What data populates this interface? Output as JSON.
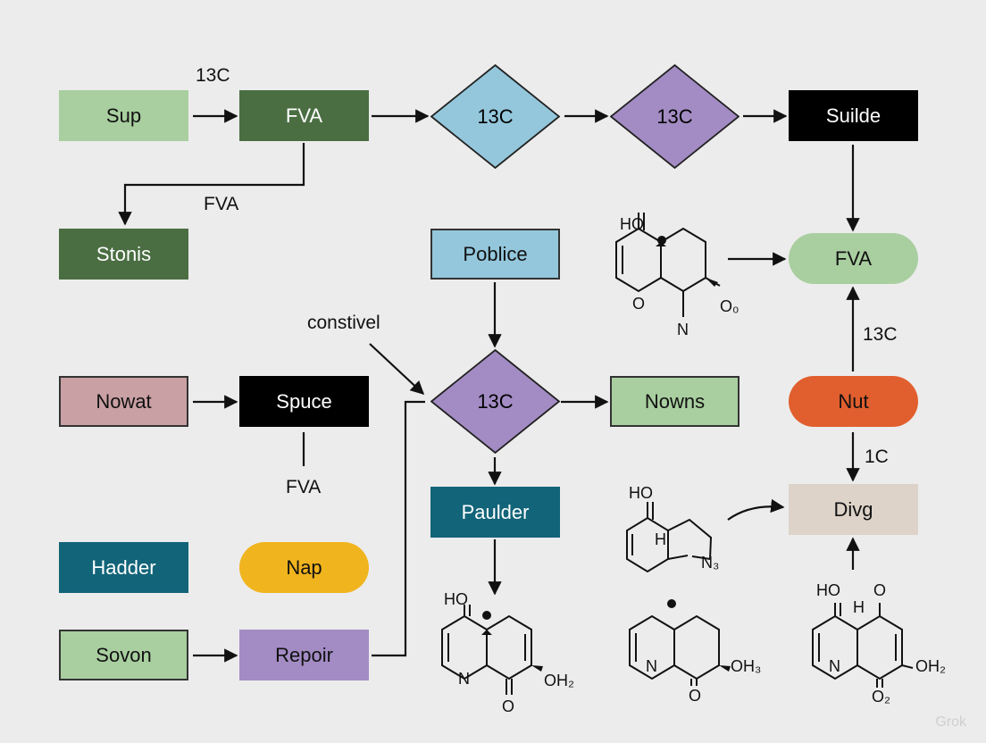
{
  "colors": {
    "light_green": "#a9cfa0",
    "dark_green": "#4a6e42",
    "light_blue": "#94c7dc",
    "purple": "#a38cc4",
    "black": "#000000",
    "pink": "#c9a0a3",
    "teal": "#126479",
    "yellow": "#f0b41e",
    "orange": "#e15f2e",
    "beige": "#ddd3c8"
  },
  "nodes": {
    "sup": "Sup",
    "fva_top": "FVA",
    "diamond_blue": "13C",
    "diamond_purple_top": "13C",
    "suilde": "Suilde",
    "stonis": "Stonis",
    "poblice": "Poblice",
    "fva_pill": "FVA",
    "nowat": "Nowat",
    "spuce": "Spuce",
    "diamond_center": "13C",
    "nowns": "Nowns",
    "nut": "Nut",
    "paulder": "Paulder",
    "divg": "Divg",
    "hadder": "Hadder",
    "nap": "Nap",
    "sovon": "Sovon",
    "repoir": "Repoir"
  },
  "labels": {
    "top_13c": "13C",
    "fva_mid": "FVA",
    "constivel": "constivel",
    "fva_low": "FVA",
    "right_13c": "13C",
    "right_1c": "1C"
  },
  "molecules": {
    "m1": {
      "ho": "HO",
      "o_ring": "O",
      "n": "N",
      "o_side": "O₀"
    },
    "m2": {
      "ho": "HO",
      "h": "H",
      "n3": "N₃"
    },
    "m3": {
      "ho": "HO",
      "n": "N",
      "o": "O",
      "oh2": "OH₂"
    },
    "m4": {
      "n": "N",
      "o": "O",
      "oh3": "OH₃"
    },
    "m5": {
      "ho": "HO",
      "h": "H",
      "o_top": "O",
      "n": "N",
      "oh2": "OH₂",
      "o2": "O₂"
    }
  },
  "watermark": "Grok"
}
